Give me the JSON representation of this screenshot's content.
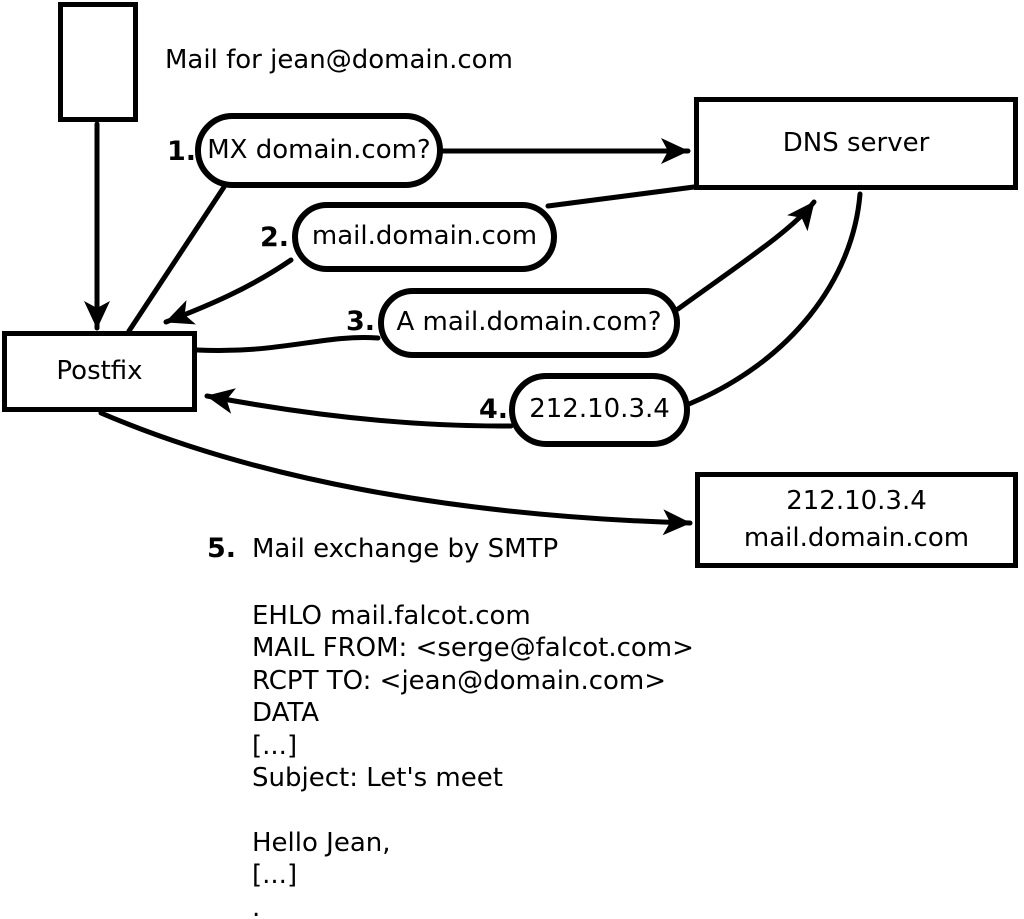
{
  "diagram": {
    "title": "Mail for jean@domain.com",
    "nodes": {
      "postfix": {
        "label": "Postfix"
      },
      "dns": {
        "label": "DNS server"
      },
      "target": {
        "line1": "212.10.3.4",
        "line2": "mail.domain.com"
      }
    },
    "steps": [
      {
        "num": "1.",
        "label": "MX domain.com?"
      },
      {
        "num": "2.",
        "label": "mail.domain.com"
      },
      {
        "num": "3.",
        "label": "A mail.domain.com?"
      },
      {
        "num": "4.",
        "label": "212.10.3.4"
      },
      {
        "num": "5.",
        "label": "Mail exchange by SMTP"
      }
    ],
    "smtp_session": [
      "EHLO mail.falcot.com",
      "MAIL FROM: <serge@falcot.com>",
      "RCPT TO: <jean@domain.com>",
      "DATA",
      "[...]",
      "Subject: Let's meet",
      "",
      "Hello Jean,",
      "[...]",
      "."
    ],
    "colors": {
      "stroke": "#000000",
      "background": "#ffffff"
    }
  }
}
